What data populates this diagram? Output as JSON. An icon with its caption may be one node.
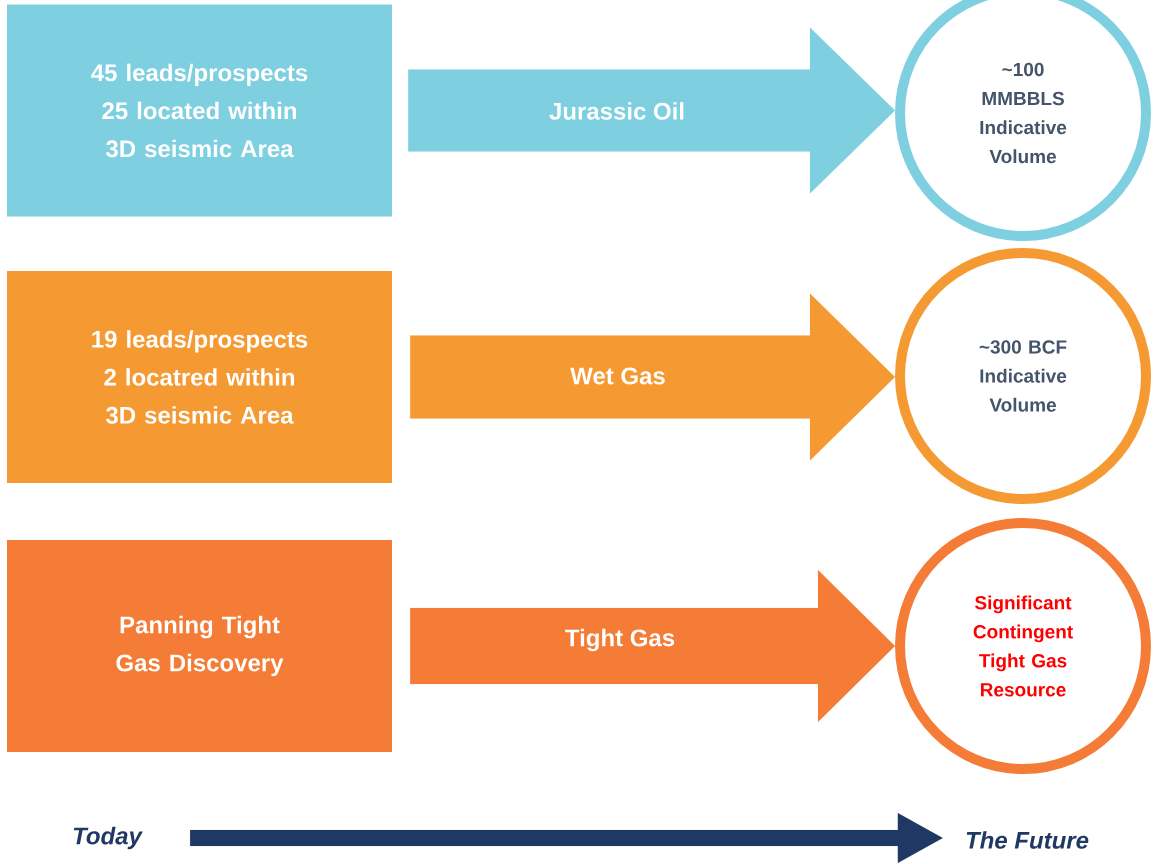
{
  "diagram": {
    "nodes": [
      {
        "text": [
          "45 leads/prospects 25 located within 3D seismic Area"
        ]
      },
      {
        "text": [
          "~100 MMBBLS Indicative Volume"
        ]
      },
      {
        "text": [
          "19 leads/prospects 2 locatred within 3D seismic Area"
        ]
      },
      {
        "text": [
          "~300 BCF Indicative Volume"
        ]
      },
      {
        "text": [
          "Panning Tight Gas Discovery"
        ]
      },
      {
        "text": [
          "Significant Contingent Tight Gas Resource"
        ]
      },
      {
        "text": [
          "Today"
        ]
      },
      {
        "text": [
          "The Future"
        ]
      }
    ],
    "edges": [
      {
        "from": 0,
        "to": 1,
        "arrow": "to",
        "label": "Jurassic Oil",
        "color": "#7ecfe0"
      },
      {
        "from": 2,
        "to": 3,
        "arrow": "to",
        "label": "Wet Gas",
        "color": "#f59a33"
      },
      {
        "from": 4,
        "to": 5,
        "arrow": "to",
        "label": "Tight Gas",
        "color": "#f47c36"
      },
      {
        "from": 6,
        "to": 7,
        "arrow": "to",
        "color": "#203864"
      }
    ]
  }
}
